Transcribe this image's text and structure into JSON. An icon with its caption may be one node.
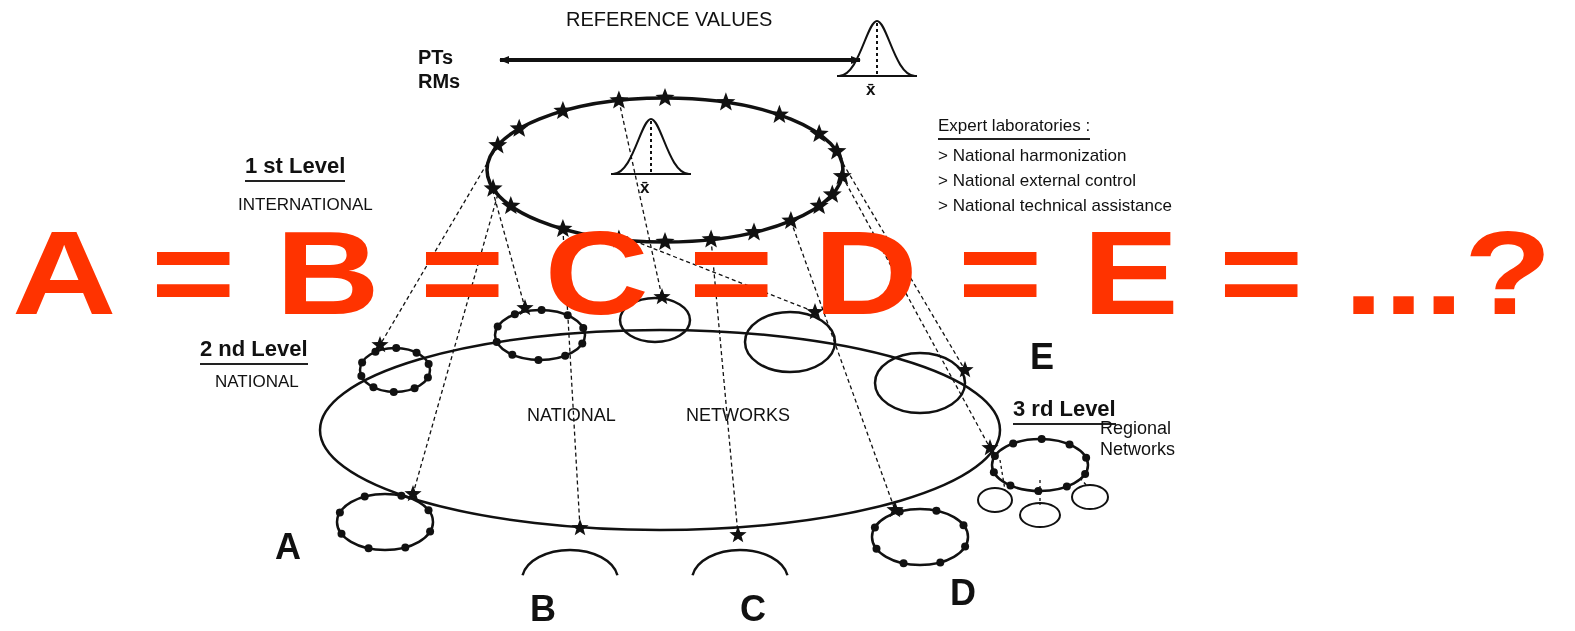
{
  "diagram": {
    "labels": [
      "PTs",
      "RMs",
      "REFERENCE VALUES",
      "x̄",
      "1 st Level",
      "INTERNATIONAL",
      "x̄",
      "Expert laboratories :",
      "> National harmonization",
      "> National external control",
      "> National technical assistance",
      "A = B = C = D = E = ...?",
      "2 nd Level",
      "NATIONAL",
      "E",
      "3 rd Level",
      "NATIONAL",
      "NETWORKS",
      "Regional Networks",
      "A",
      "D",
      "B",
      "C"
    ]
  }
}
